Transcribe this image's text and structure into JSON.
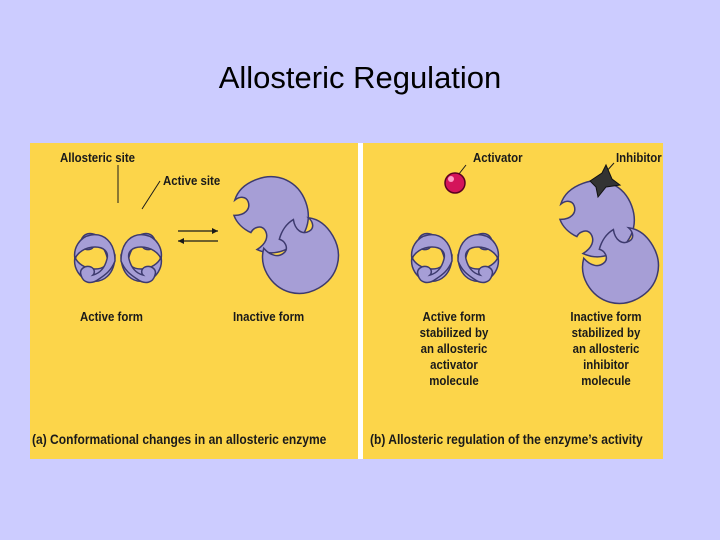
{
  "slide": {
    "title": "Allosteric Regulation"
  },
  "panel_a": {
    "label_allosteric_site": "Allosteric site",
    "label_active_site": "Active site",
    "label_active_form": "Active form",
    "label_inactive_form": "Inactive form",
    "caption": "(a) Conformational changes in an allosteric enzyme"
  },
  "panel_b": {
    "label_activator": "Activator",
    "label_inhibitor": "Inhibitor",
    "active_stabilized": [
      "Active form",
      "stabilized by",
      "an allosteric",
      "activator",
      "molecule"
    ],
    "inactive_stabilized": [
      "Inactive form",
      "stabilized by",
      "an allosteric",
      "inhibitor",
      "molecule"
    ],
    "caption": "(b) Allosteric regulation of the enzyme’s activity"
  },
  "colors": {
    "slide_background": "#ccccff",
    "figure_background": "#fcd54a",
    "enzyme_fill": "#a69ed6",
    "enzyme_outline": "#3d3a6e",
    "activator": "#d4145a",
    "inhibitor": "#333333"
  }
}
